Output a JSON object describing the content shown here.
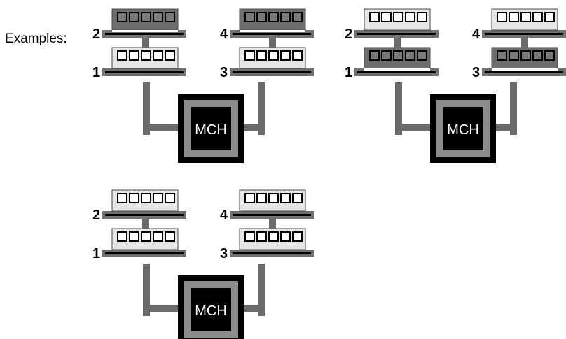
{
  "examples_label": "Examples:",
  "controller_label": "MCH",
  "colors": {
    "trace": "#6b6b6b",
    "slot": "#707070",
    "populated_module": "#6e6e6e",
    "empty_module": "#e6e6e6",
    "chip_outline": "#000000",
    "mch_outer": "#000000",
    "mch_ring": "#8c8c8c"
  },
  "diagrams": [
    {
      "slots": [
        {
          "label": "1",
          "populated": false
        },
        {
          "label": "2",
          "populated": true
        },
        {
          "label": "3",
          "populated": false
        },
        {
          "label": "4",
          "populated": true
        }
      ]
    },
    {
      "slots": [
        {
          "label": "1",
          "populated": true
        },
        {
          "label": "2",
          "populated": false
        },
        {
          "label": "3",
          "populated": true
        },
        {
          "label": "4",
          "populated": false
        }
      ]
    },
    {
      "slots": [
        {
          "label": "1",
          "populated": false
        },
        {
          "label": "2",
          "populated": false
        },
        {
          "label": "3",
          "populated": false
        },
        {
          "label": "4",
          "populated": false
        }
      ]
    }
  ]
}
